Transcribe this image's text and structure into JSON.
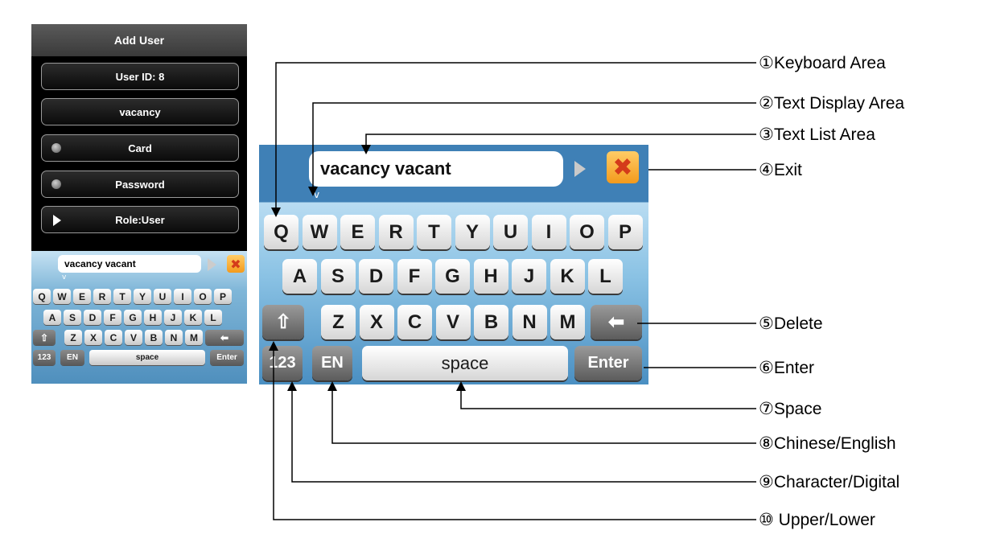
{
  "device": {
    "title": "Add User",
    "menu": [
      {
        "label": "User ID: 8",
        "icon": ""
      },
      {
        "label": "vacancy",
        "icon": ""
      },
      {
        "label": "Card",
        "icon": "radio-icon"
      },
      {
        "label": "Password",
        "icon": "radio-icon"
      },
      {
        "label": "Role:User",
        "icon": "play-icon"
      }
    ]
  },
  "keyboard": {
    "text_list": "vacancy  vacant",
    "cursor_mark": "v",
    "exit_icon": "close-icon",
    "next_icon": "right-arrow-icon",
    "row1": [
      "Q",
      "W",
      "E",
      "R",
      "T",
      "Y",
      "U",
      "I",
      "O",
      "P"
    ],
    "row2": [
      "A",
      "S",
      "D",
      "F",
      "G",
      "H",
      "J",
      "K",
      "L"
    ],
    "row3": [
      "Z",
      "X",
      "C",
      "V",
      "B",
      "N",
      "M"
    ],
    "shift_icon": "shift-arrow-icon",
    "delete_icon": "backspace-arrow-icon",
    "num_label": "123",
    "lang_label": "EN",
    "space_label": "space",
    "enter_label": "Enter"
  },
  "annotations": {
    "keyboard_area": "①Keyboard Area",
    "text_display_area": "②Text Display Area",
    "text_list_area": "③Text List Area",
    "exit": "④Exit",
    "delete": "⑤Delete",
    "enter": "⑥Enter",
    "space": "⑦Space",
    "chinese_english": "⑧Chinese/English",
    "character_digital": "⑨Character/Digital",
    "upper_lower": "⑩ Upper/Lower"
  },
  "colors": {
    "keyboard_blue": "#4a8fc2",
    "exit_orange": "#f39a1c",
    "exit_x": "#d43b1a"
  }
}
